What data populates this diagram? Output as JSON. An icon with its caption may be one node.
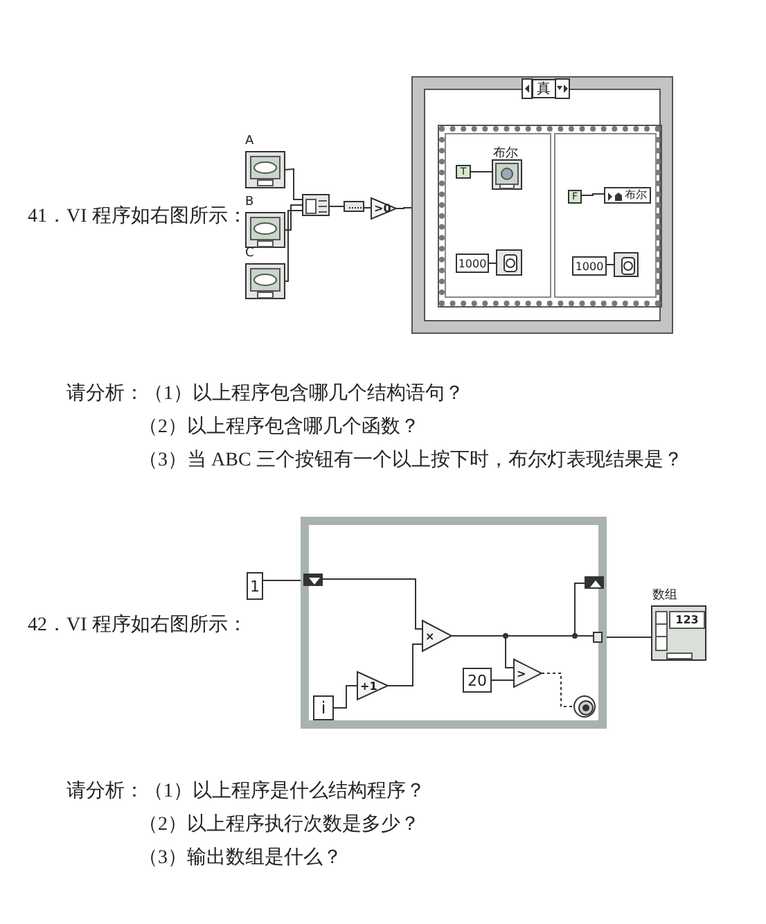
{
  "diagram": {
    "nodes": [
      {
        "text": [
          "A"
        ]
      },
      {
        "text": [
          "B"
        ]
      },
      {
        "text": [
          "C"
        ]
      },
      {
        "text": [],
        "shape": "box"
      },
      {
        "text": [],
        "shape": "box"
      },
      {
        "text": [
          ">0"
        ]
      },
      {
        "text": [
          "真"
        ]
      },
      {
        "text": [],
        "shape": "box",
        "in": 6
      },
      {
        "text": [],
        "shape": "box",
        "in": 7
      },
      {
        "text": [],
        "shape": "box",
        "in": 7
      },
      {
        "text": [
          "T"
        ],
        "in": 8
      },
      {
        "text": [
          "布尔"
        ],
        "in": 8
      },
      {
        "text": [
          "1000"
        ],
        "in": 8
      },
      {
        "text": [],
        "shape": "box",
        "in": 8
      },
      {
        "text": [
          "F"
        ],
        "in": 9
      },
      {
        "text": [
          "布尔"
        ],
        "in": 9
      },
      {
        "text": [
          "1000"
        ],
        "in": 9
      },
      {
        "text": [],
        "shape": "box",
        "in": 9
      },
      {
        "text": [
          "1"
        ]
      },
      {
        "text": [],
        "shape": "box"
      },
      {
        "text": [],
        "shape": "box",
        "in": 19
      },
      {
        "text": [],
        "shape": "box",
        "in": 19
      },
      {
        "text": [
          "×"
        ],
        "in": 19
      },
      {
        "text": [
          "+1"
        ],
        "in": 19
      },
      {
        "text": [
          "i"
        ],
        "in": 19
      },
      {
        "text": [
          "20"
        ],
        "in": 19
      },
      {
        "text": [
          ">"
        ],
        "in": 19
      },
      {
        "text": [],
        "shape": "circle",
        "in": 19
      },
      {
        "text": [],
        "shape": "box",
        "in": 19
      },
      {
        "text": [
          "数组",
          "123"
        ]
      }
    ],
    "edges": [
      {
        "from": 0,
        "to": 3,
        "arrow": "none"
      },
      {
        "from": 1,
        "to": 3,
        "arrow": "none"
      },
      {
        "from": 2,
        "to": 3,
        "arrow": "none"
      },
      {
        "from": 3,
        "to": 4,
        "arrow": "none"
      },
      {
        "from": 4,
        "to": 5,
        "arrow": "none"
      },
      {
        "from": 5,
        "to": 6,
        "arrow": "none"
      },
      {
        "from": 10,
        "to": 11,
        "arrow": "none"
      },
      {
        "from": 12,
        "to": 13,
        "arrow": "none"
      },
      {
        "from": 14,
        "to": 15,
        "arrow": "none"
      },
      {
        "from": 16,
        "to": 17,
        "arrow": "none"
      },
      {
        "from": 18,
        "to": 20,
        "arrow": "none"
      },
      {
        "from": 20,
        "to": 22,
        "arrow": "none"
      },
      {
        "from": 24,
        "to": 23,
        "arrow": "none"
      },
      {
        "from": 23,
        "to": 22,
        "arrow": "none"
      },
      {
        "from": 22,
        "to": 21,
        "arrow": "none"
      },
      {
        "from": 22,
        "to": 26,
        "arrow": "none"
      },
      {
        "from": 25,
        "to": 26,
        "arrow": "none"
      },
      {
        "from": 26,
        "to": 27,
        "arrow": "none",
        "style": "dashed"
      },
      {
        "from": 22,
        "to": 28,
        "arrow": "none"
      },
      {
        "from": 28,
        "to": 29,
        "arrow": "none"
      }
    ],
    "labels": [
      "41．VI 程序如右图所示：",
      "请分析：（1）以上程序包含哪几个结构语句？",
      "（2）以上程序包含哪几个函数？",
      "（3）当 ABC 三个按钮有一个以上按下时，布尔灯表现结果是？",
      "42．VI 程序如右图所示：",
      "请分析：（1）以上程序是什么结构程序？",
      "（2）以上程序执行次数是多少？",
      "（3）输出数组是什么？"
    ]
  }
}
